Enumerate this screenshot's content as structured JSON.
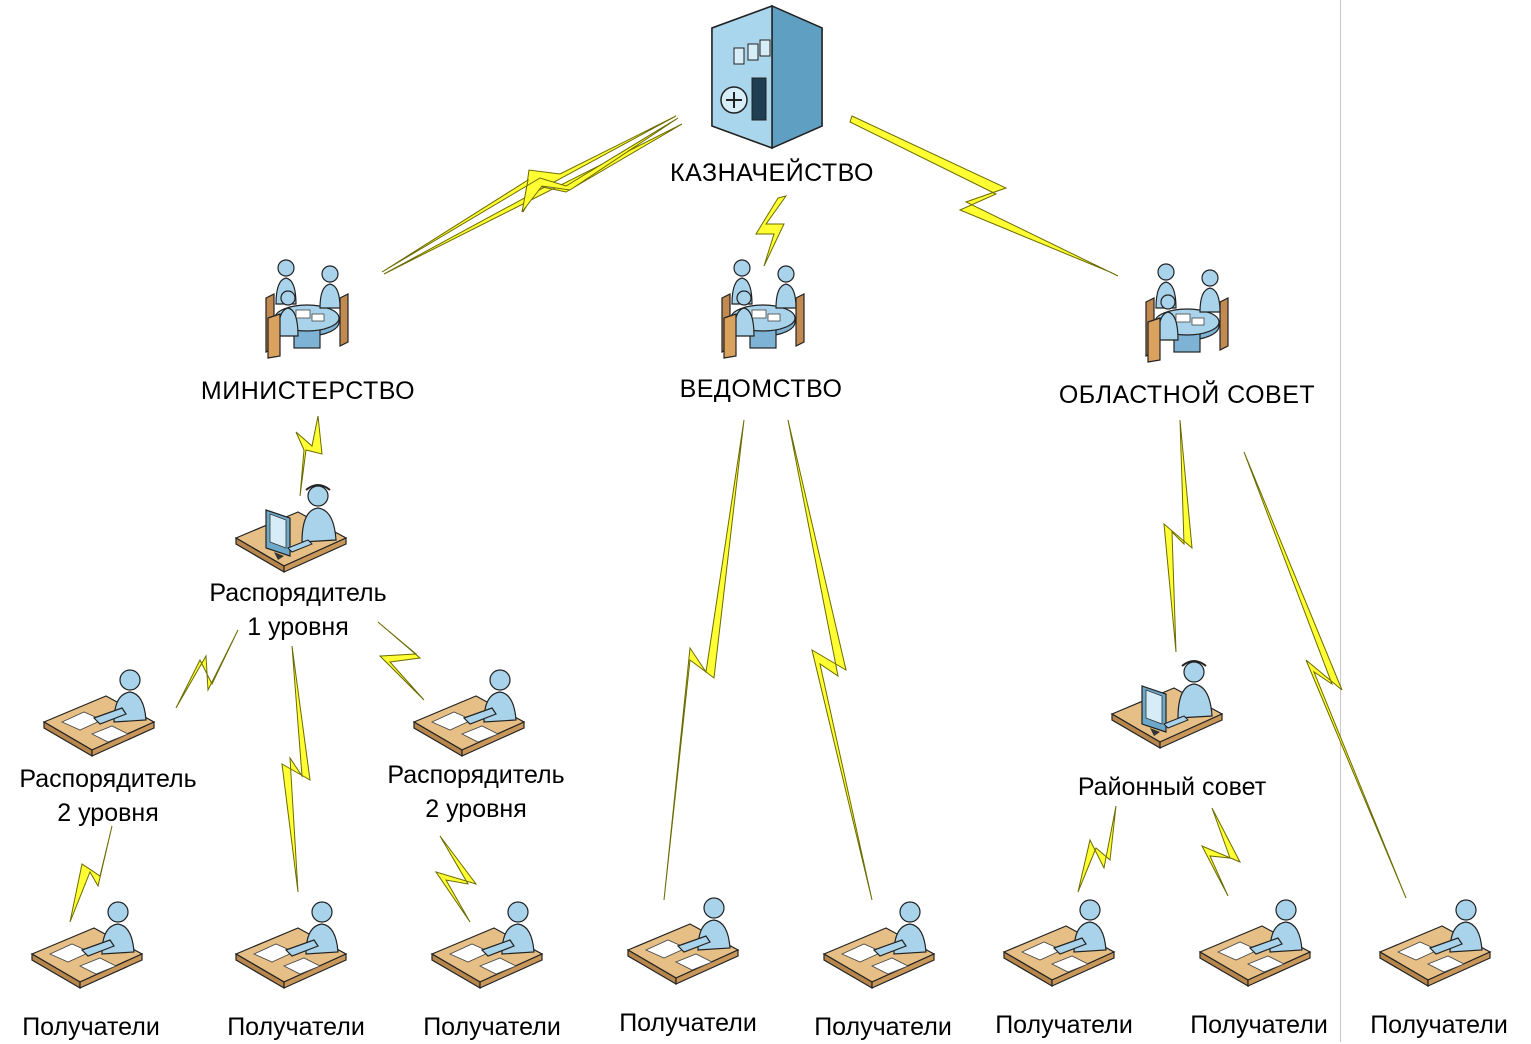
{
  "nodes": {
    "treasury": {
      "label": "КАЗНАЧЕЙСТВО",
      "icon": "treasury-building-icon"
    },
    "ministry": {
      "label": "МИНИСТЕРСТВО",
      "icon": "meeting-group-icon"
    },
    "agency": {
      "label": "ВЕДОМСТВО",
      "icon": "meeting-group-icon"
    },
    "regional_council": {
      "label": "ОБЛАСТНОЙ СОВЕТ",
      "icon": "meeting-group-icon"
    },
    "manager_level1": {
      "label_line1": "Распорядитель",
      "label_line2": "1 уровня",
      "icon": "operator-with-computer-icon"
    },
    "manager_level2_a": {
      "label_line1": "Распорядитель",
      "label_line2": "2 уровня",
      "icon": "clerk-at-desk-icon"
    },
    "manager_level2_b": {
      "label_line1": "Распорядитель",
      "label_line2": "2 уровня",
      "icon": "clerk-at-desk-icon"
    },
    "district_council": {
      "label": "Районный совет",
      "icon": "operator-with-computer-icon"
    },
    "recipients": [
      {
        "label": "Получатели"
      },
      {
        "label": "Получатели"
      },
      {
        "label": "Получатели"
      },
      {
        "label": "Получатели"
      },
      {
        "label": "Получатели"
      },
      {
        "label": "Получатели"
      },
      {
        "label": "Получатели"
      },
      {
        "label": "Получатели"
      }
    ]
  },
  "colors": {
    "lightning_fill": "#ffff33",
    "lightning_stroke": "#8a8a00",
    "figure_fill": "#a9d3ea",
    "figure_dark": "#6ea8c8",
    "desk_fill": "#d9b07a",
    "building_fill": "#8ec6e2"
  }
}
